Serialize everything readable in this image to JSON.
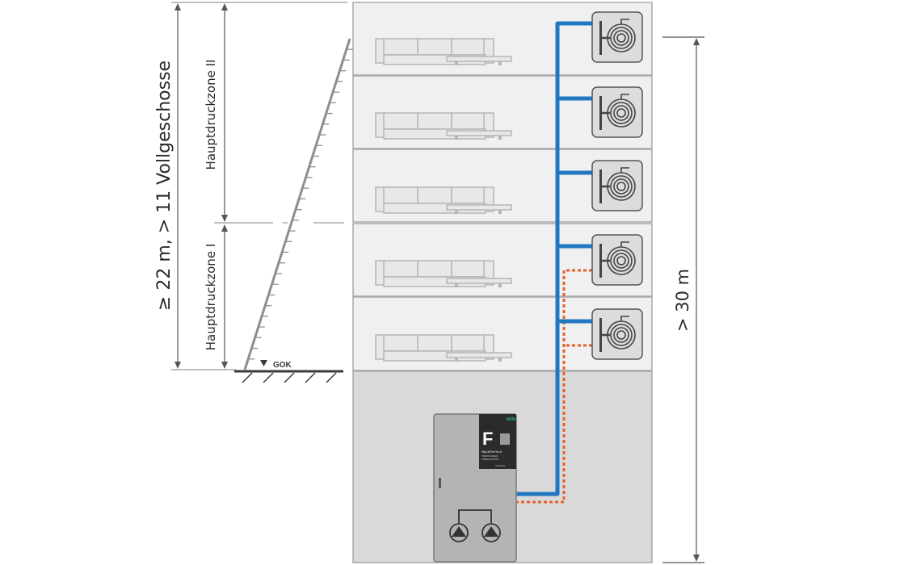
{
  "labels": {
    "total_height": "≥ 22 m, > 11 Vollgeschosse",
    "zone_2": "Hauptdruckzone II",
    "zone_1": "Hauptdruckzone I",
    "ground_marker": "GOK",
    "right_height": "> 30 m"
  },
  "unit": {
    "brand": "wilo",
    "letter": "F",
    "model": "Wilo-SiFire Fire-H",
    "subtitle_1": "TRINKWASSER",
    "subtitle_2": "TRENNSTATION",
    "footer": "wilo-fire.de"
  },
  "colors": {
    "pipe_supply": "#1f78c1",
    "pipe_return_dashed": "#e5602a",
    "floor_fill": "#f0f0f0",
    "basement_fill": "#d9d9d9",
    "outline": "#a8a8a8",
    "unit_body": "#b4b4b4",
    "unit_panel": "#2b2b2b",
    "brand_green": "#2bb673"
  },
  "floors": [
    {
      "name": "floor-5",
      "has_hose_cabinet": true
    },
    {
      "name": "floor-4",
      "has_hose_cabinet": true
    },
    {
      "name": "floor-3",
      "has_hose_cabinet": true
    },
    {
      "name": "floor-2",
      "has_hose_cabinet": true
    },
    {
      "name": "floor-1",
      "has_hose_cabinet": true
    }
  ],
  "icons": {
    "hose_reel": "hose-reel-icon",
    "sofa": "sofa-icon",
    "pump": "pump-icon",
    "ground_triangle": "triangle-down-icon"
  }
}
